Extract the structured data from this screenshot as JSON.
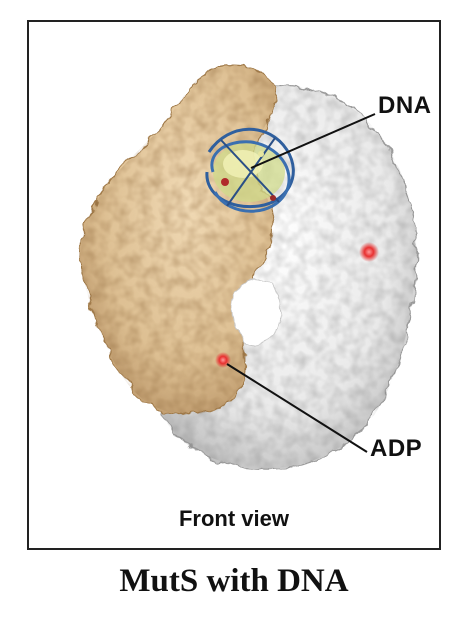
{
  "figure": {
    "title": "MutS with DNA",
    "view_caption": "Front view"
  },
  "labels": {
    "dna": "DNA",
    "adp": "ADP"
  },
  "colors": {
    "subunit_a": "#e3c79c",
    "subunit_a_shadow": "#b8956a",
    "subunit_b": "#ededed",
    "subunit_b_shadow": "#b7b7b7",
    "dna_backbone": "#2f5f9e",
    "dna_bases": "#d8dc8a",
    "adp_marker": "#e23b3b",
    "frame": "#222222"
  }
}
